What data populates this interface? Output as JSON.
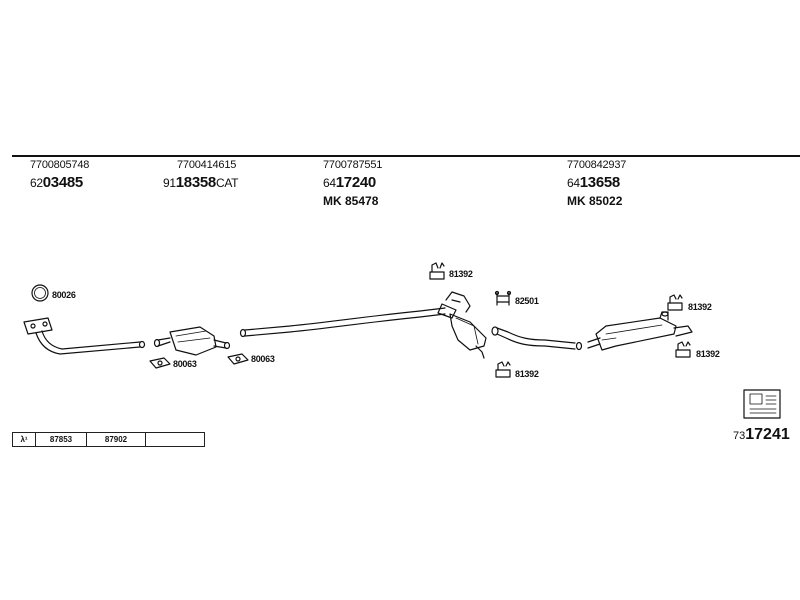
{
  "parts": [
    {
      "oe": "7700805748",
      "prefix": "62",
      "number": "03485",
      "suffix": "",
      "mk": ""
    },
    {
      "oe": "7700414615",
      "prefix": "91",
      "number": "18358",
      "suffix": "CAT",
      "mk": ""
    },
    {
      "oe": "7700787551",
      "prefix": "64",
      "number": "17240",
      "suffix": "",
      "mk": "MK 85478"
    },
    {
      "oe": "7700842937",
      "prefix": "64",
      "number": "13658",
      "suffix": "",
      "mk": "MK 85022"
    }
  ],
  "callouts": {
    "gasket_ring": "80026",
    "gasket_a": "80063",
    "gasket_b": "80063",
    "hanger_top": "81392",
    "clamp": "82501",
    "hanger_bottom": "81392",
    "hanger_rear_top": "81392",
    "hanger_rear_bottom": "81392"
  },
  "lambda_table": {
    "symbol": "λ¹",
    "values": [
      "87853",
      "87902",
      ""
    ]
  },
  "document": {
    "prefix": "73",
    "number": "17241"
  }
}
